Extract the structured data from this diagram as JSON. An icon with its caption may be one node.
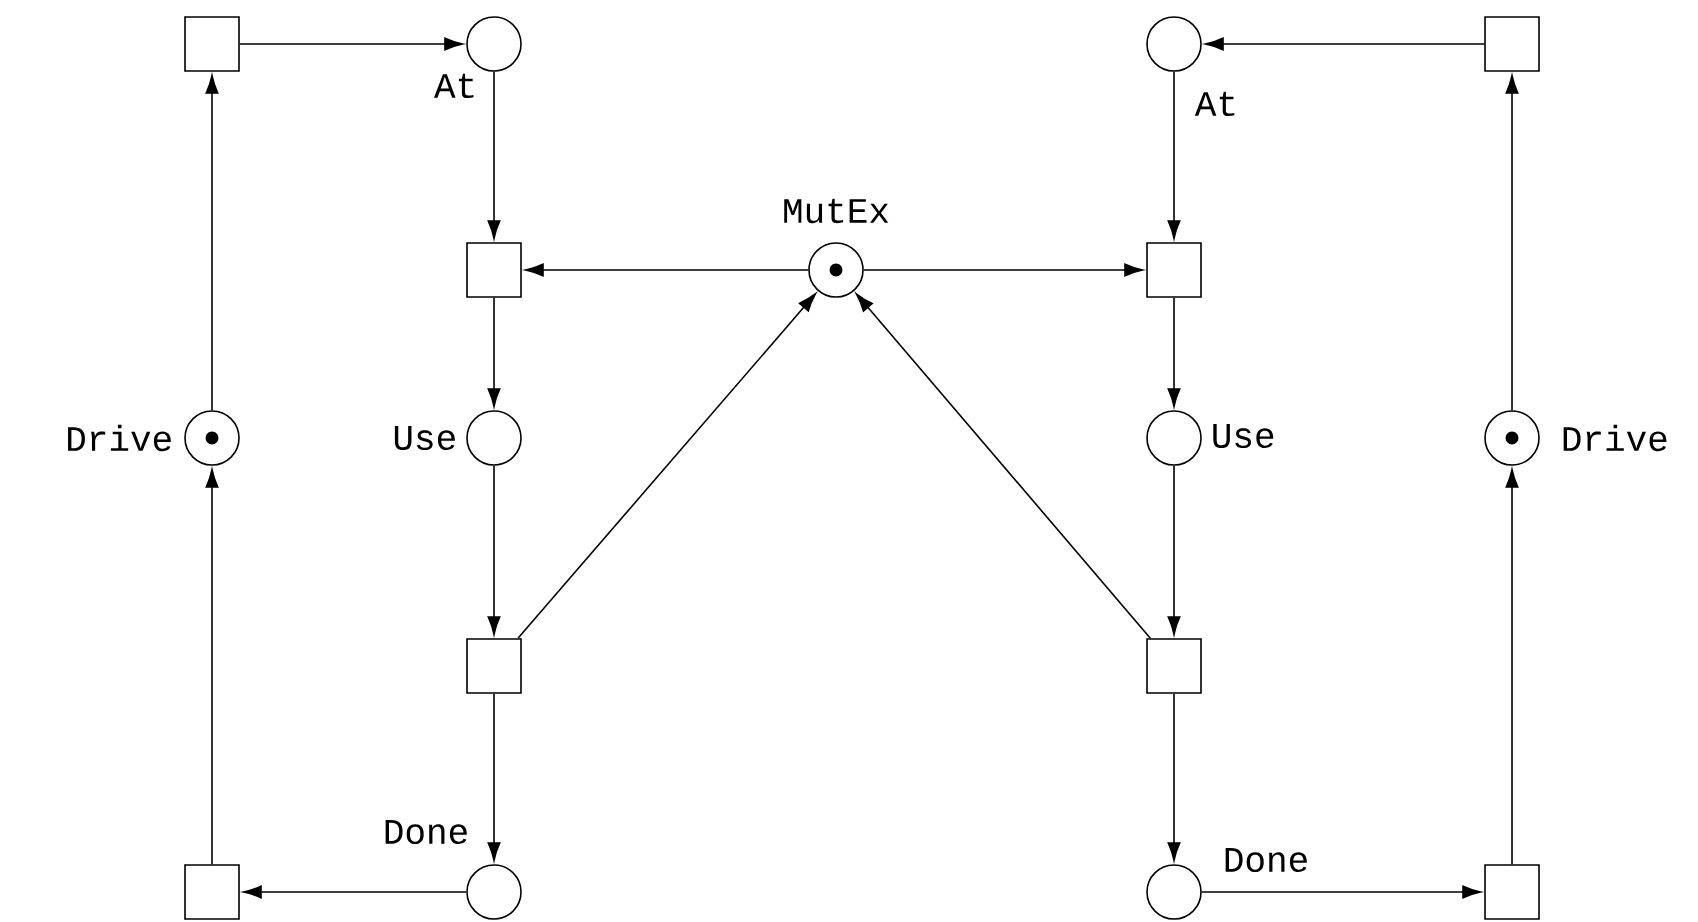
{
  "diagram": {
    "nodes": [
      {
        "text": [],
        "shape": "box"
      },
      {
        "text": [],
        "shape": "circle",
        "beside": [
          "At"
        ]
      },
      {
        "text": [],
        "shape": "circle",
        "beside": [
          "At"
        ]
      },
      {
        "text": [],
        "shape": "box"
      },
      {
        "text": [],
        "shape": "box"
      },
      {
        "text": [],
        "shape": "circle",
        "beside": [
          "MutEx"
        ]
      },
      {
        "text": [],
        "shape": "box"
      },
      {
        "text": [],
        "shape": "circle",
        "beside": [
          "Drive"
        ]
      },
      {
        "text": [],
        "shape": "circle",
        "beside": [
          "Use"
        ]
      },
      {
        "text": [],
        "shape": "circle",
        "beside": [
          "Use"
        ]
      },
      {
        "text": [],
        "shape": "circle",
        "beside": [
          "Drive"
        ]
      },
      {
        "text": [],
        "shape": "box"
      },
      {
        "text": [],
        "shape": "box"
      },
      {
        "text": [],
        "shape": "box"
      },
      {
        "text": [],
        "shape": "circle",
        "beside": [
          "Done"
        ]
      },
      {
        "text": [],
        "shape": "circle",
        "beside": [
          "Done"
        ]
      },
      {
        "text": [],
        "shape": "box"
      },
      {
        "text": [],
        "shape": "dot",
        "in": 7
      },
      {
        "text": [],
        "shape": "dot",
        "in": 5
      },
      {
        "text": [],
        "shape": "dot",
        "in": 10
      }
    ],
    "edges": [
      {
        "from": 0,
        "to": 1,
        "arrow": "to"
      },
      {
        "from": 3,
        "to": 2,
        "arrow": "to"
      },
      {
        "from": 1,
        "to": 4,
        "arrow": "to"
      },
      {
        "from": 2,
        "to": 6,
        "arrow": "to"
      },
      {
        "from": 5,
        "to": 4,
        "arrow": "to"
      },
      {
        "from": 5,
        "to": 6,
        "arrow": "to"
      },
      {
        "from": 4,
        "to": 8,
        "arrow": "to"
      },
      {
        "from": 6,
        "to": 9,
        "arrow": "to"
      },
      {
        "from": 8,
        "to": 11,
        "arrow": "to"
      },
      {
        "from": 9,
        "to": 12,
        "arrow": "to"
      },
      {
        "from": 11,
        "to": 5,
        "arrow": "to"
      },
      {
        "from": 12,
        "to": 5,
        "arrow": "to"
      },
      {
        "from": 11,
        "to": 14,
        "arrow": "to"
      },
      {
        "from": 12,
        "to": 15,
        "arrow": "to"
      },
      {
        "from": 14,
        "to": 13,
        "arrow": "to"
      },
      {
        "from": 15,
        "to": 16,
        "arrow": "to"
      },
      {
        "from": 13,
        "to": 7,
        "arrow": "to"
      },
      {
        "from": 16,
        "to": 10,
        "arrow": "to"
      },
      {
        "from": 7,
        "to": 0,
        "arrow": "to"
      },
      {
        "from": 10,
        "to": 3,
        "arrow": "to"
      }
    ]
  }
}
